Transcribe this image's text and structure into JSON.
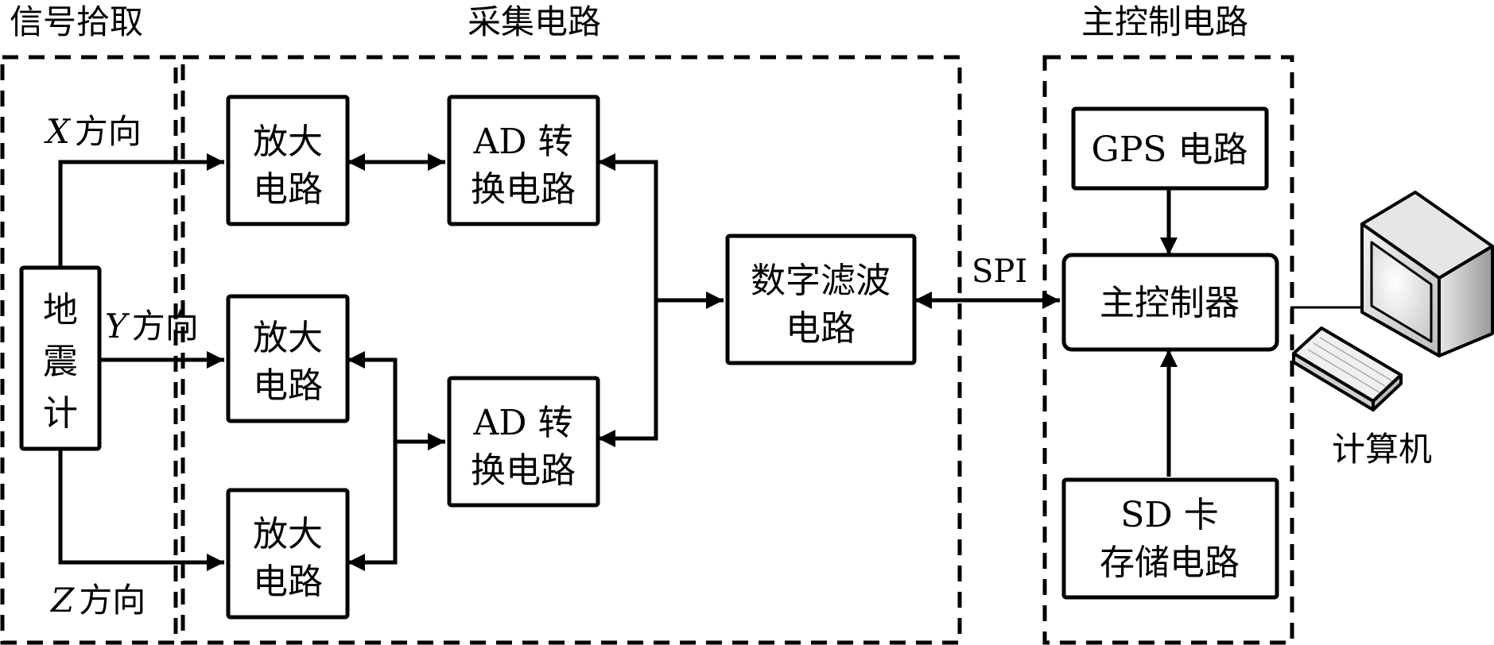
{
  "sections": {
    "signal_pickup": "信号拾取",
    "acquisition": "采集电路",
    "main_control": "主控制电路"
  },
  "blocks": {
    "seismometer": [
      "地",
      "震",
      "计"
    ],
    "amp_x": [
      "放大",
      "电路"
    ],
    "amp_y": [
      "放大",
      "电路"
    ],
    "amp_z": [
      "放大",
      "电路"
    ],
    "ad_1": [
      "AD 转",
      "换电路"
    ],
    "ad_2": [
      "AD 转",
      "换电路"
    ],
    "filter": [
      "数字滤波",
      "电路"
    ],
    "gps": [
      "GPS 电路"
    ],
    "controller": [
      "主控制器"
    ],
    "sd": [
      "SD 卡",
      "存储电路"
    ]
  },
  "directions": {
    "x": {
      "axis": "X",
      "label": "方向"
    },
    "y": {
      "axis": "Y",
      "label": "方向"
    },
    "z": {
      "axis": "Z",
      "label": "方向"
    }
  },
  "bus_label": "SPI",
  "computer_label": "计算机"
}
